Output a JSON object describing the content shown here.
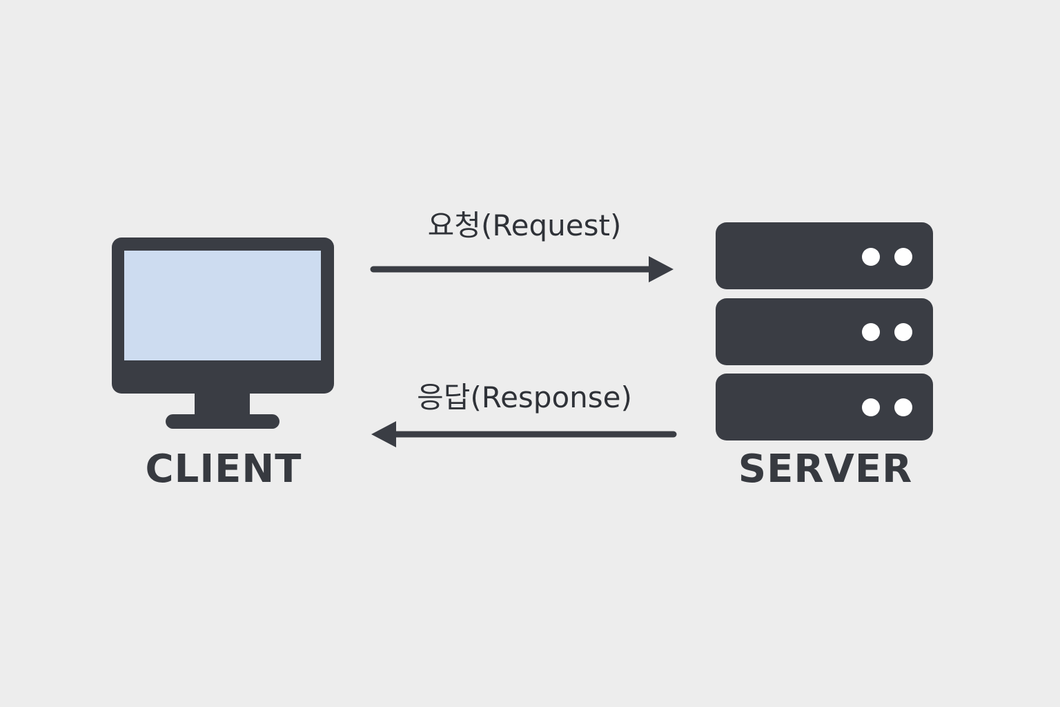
{
  "nodes": {
    "client": {
      "label": "CLIENT"
    },
    "server": {
      "label": "SERVER"
    }
  },
  "edges": {
    "request": {
      "label": "요청(Request)",
      "direction": "client-to-server"
    },
    "response": {
      "label": "응답(Response)",
      "direction": "server-to-client"
    }
  },
  "icons": {
    "client": "monitor-icon",
    "server": "server-rack-icon"
  },
  "colors": {
    "background": "#ededed",
    "ink": "#3a3d44",
    "screen": "#cddcf0",
    "indicator": "#ffffff"
  }
}
